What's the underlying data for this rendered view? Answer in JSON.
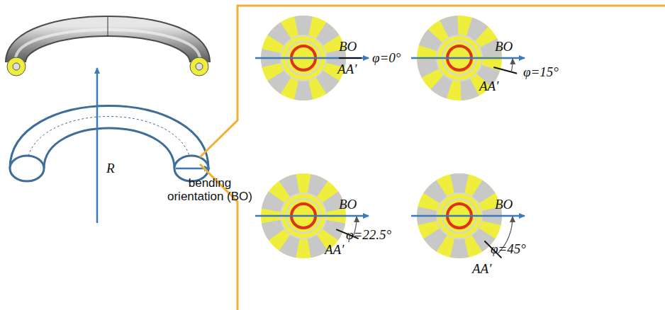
{
  "diagram": {
    "labels": [
      "R",
      "bending orientation (BO)",
      "BO",
      "AA′",
      "φ=0°",
      "BO",
      "AA′",
      "φ=15°",
      "BO",
      "AA′",
      "φ=22.5°",
      "BO",
      "AA′",
      "φ=45°"
    ]
  }
}
